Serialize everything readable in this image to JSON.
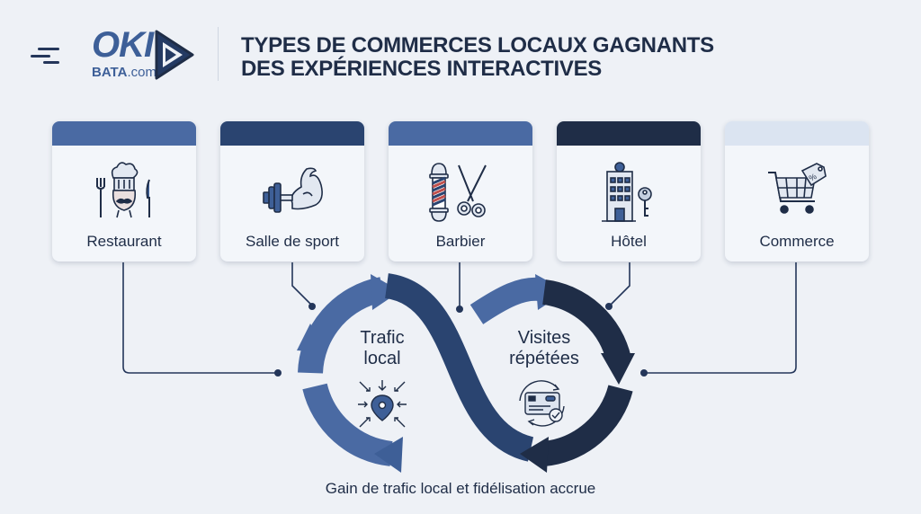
{
  "logo": {
    "brand": "OKI",
    "sub_bold": "BATA",
    "sub_domain": ".com",
    "icon": "play-icon"
  },
  "title": {
    "line1": "TYPES DE COMMERCES LOCAUX GAGNANTS",
    "line2": "DES EXPÉRIENCES INTERACTIVES"
  },
  "cards": [
    {
      "label": "Restaurant",
      "icon": "chef-cutlery-icon",
      "bar_color": "#4a6aa3"
    },
    {
      "label": "Salle de sport",
      "icon": "dumbbell-bicep-icon",
      "bar_color": "#2a4470"
    },
    {
      "label": "Barbier",
      "icon": "barber-pole-scissors-icon",
      "bar_color": "#4a6aa3"
    },
    {
      "label": "Hôtel",
      "icon": "hotel-key-icon",
      "bar_color": "#1f2d47"
    },
    {
      "label": "Commerce",
      "icon": "shopping-cart-tag-icon",
      "bar_color": "#dbe4f1"
    }
  ],
  "cycle": {
    "left": {
      "line1": "Trafic",
      "line2": "local",
      "icon": "location-pin-arrows-icon",
      "color": "#3e5f97"
    },
    "right": {
      "line1": "Visites",
      "line2": "répétées",
      "icon": "card-loyalty-check-icon",
      "color": "#1f2d47"
    }
  },
  "caption": "Gain de trafic local et fidélisation accrue"
}
